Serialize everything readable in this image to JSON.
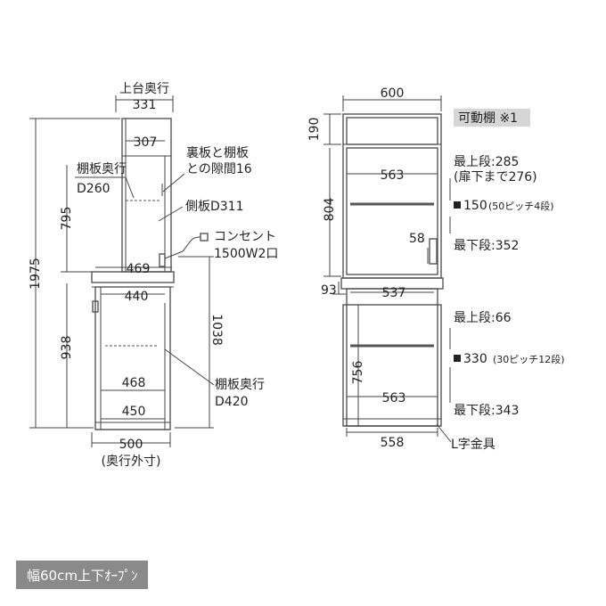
{
  "caption": "幅60cm上下ｵｰﾌﾟﾝ",
  "side_view": {
    "top_depth_label": "上台奥行",
    "top_depth": "331",
    "inner_top": "307",
    "gap_note_1": "裏板と棚板",
    "gap_note_2": "との隙間16",
    "shelf_depth_top_1": "棚板奥行",
    "shelf_depth_top_2": "D260",
    "side_board": "側板D311",
    "outlet_1": "コンセント",
    "outlet_2": "1500W2口",
    "total_height": "1975",
    "upper_height": "795",
    "lower_height": "938",
    "counter_depth": "469",
    "lower_inner_top": "440",
    "lower_side_height": "1038",
    "lower_shelf": "468",
    "lower_shelf_depth_1": "棚板奥行",
    "lower_shelf_depth_2": "D420",
    "bottom_inner": "450",
    "outer_depth": "500",
    "outer_depth_note": "(奥行外寸)"
  },
  "front_view": {
    "width": "600",
    "top_height": "190",
    "upper_open": "804",
    "gap": "93",
    "lower_open": "756",
    "upper_inner": "563",
    "mid_inner": "537",
    "lower_inner": "563",
    "bottom_width": "558",
    "outlet_height": "58",
    "l_bracket": "L字金具"
  },
  "notes": {
    "movable_shelf": "可動棚 ※1",
    "upper_top": "最上段:285",
    "upper_top_sub": "(扉下まで276)",
    "upper_pitch": "150",
    "upper_pitch_sub": "(50ピッチ4段)",
    "upper_bottom": "最下段:352",
    "lower_top": "最上段:66",
    "lower_pitch": "330",
    "lower_pitch_sub": "(30ピッチ12段)",
    "lower_bottom": "最下段:343"
  }
}
